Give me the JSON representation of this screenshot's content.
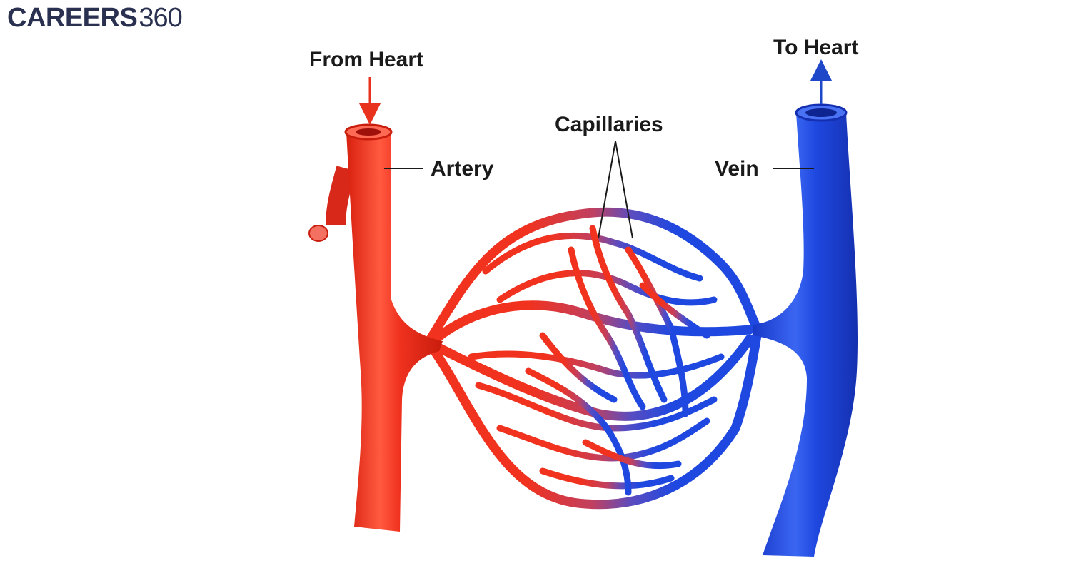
{
  "logo": {
    "brand": "CAREERS",
    "number": "360"
  },
  "labels": {
    "from_heart": "From Heart",
    "to_heart": "To Heart",
    "artery": "Artery",
    "vein": "Vein",
    "capillaries": "Capillaries"
  },
  "colors": {
    "artery": "#f0321f",
    "vein": "#1f48e0",
    "arrow_in": "#e8321e",
    "arrow_out": "#1f48c8",
    "text": "#1a1a1a",
    "logo": "#2a3050"
  }
}
